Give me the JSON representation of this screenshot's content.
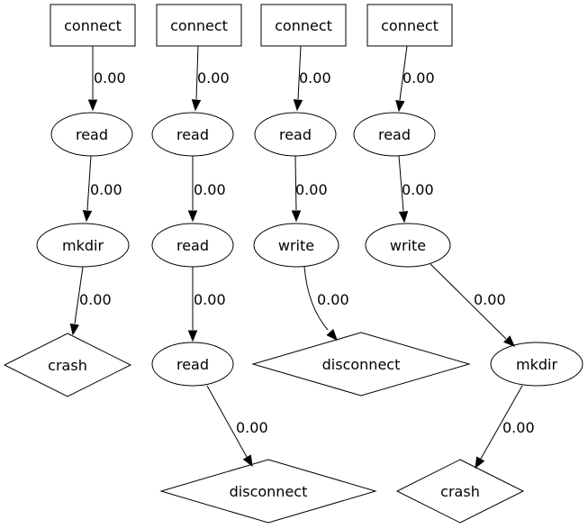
{
  "graph": {
    "nodes": [
      {
        "id": "c1",
        "shape": "box",
        "label": "connect"
      },
      {
        "id": "c2",
        "shape": "box",
        "label": "connect"
      },
      {
        "id": "c3",
        "shape": "box",
        "label": "connect"
      },
      {
        "id": "c4",
        "shape": "box",
        "label": "connect"
      },
      {
        "id": "r1",
        "shape": "ellipse",
        "label": "read"
      },
      {
        "id": "r2",
        "shape": "ellipse",
        "label": "read"
      },
      {
        "id": "r3",
        "shape": "ellipse",
        "label": "read"
      },
      {
        "id": "r4",
        "shape": "ellipse",
        "label": "read"
      },
      {
        "id": "m1",
        "shape": "ellipse",
        "label": "mkdir"
      },
      {
        "id": "r2b",
        "shape": "ellipse",
        "label": "read"
      },
      {
        "id": "w3",
        "shape": "ellipse",
        "label": "write"
      },
      {
        "id": "w4",
        "shape": "ellipse",
        "label": "write"
      },
      {
        "id": "x1",
        "shape": "diamond",
        "label": "crash"
      },
      {
        "id": "r2c",
        "shape": "ellipse",
        "label": "read"
      },
      {
        "id": "d3",
        "shape": "diamond",
        "label": "disconnect"
      },
      {
        "id": "m4",
        "shape": "ellipse",
        "label": "mkdir"
      },
      {
        "id": "d2",
        "shape": "diamond",
        "label": "disconnect"
      },
      {
        "id": "x4",
        "shape": "diamond",
        "label": "crash"
      }
    ],
    "edges": [
      {
        "from": "c1",
        "to": "r1",
        "label": "0.00"
      },
      {
        "from": "c2",
        "to": "r2",
        "label": "0.00"
      },
      {
        "from": "c3",
        "to": "r3",
        "label": "0.00"
      },
      {
        "from": "c4",
        "to": "r4",
        "label": "0.00"
      },
      {
        "from": "r1",
        "to": "m1",
        "label": "0.00"
      },
      {
        "from": "r2",
        "to": "r2b",
        "label": "0.00"
      },
      {
        "from": "r3",
        "to": "w3",
        "label": "0.00"
      },
      {
        "from": "r4",
        "to": "w4",
        "label": "0.00"
      },
      {
        "from": "m1",
        "to": "x1",
        "label": "0.00"
      },
      {
        "from": "r2b",
        "to": "r2c",
        "label": "0.00"
      },
      {
        "from": "w3",
        "to": "d3",
        "label": "0.00"
      },
      {
        "from": "w4",
        "to": "m4",
        "label": "0.00"
      },
      {
        "from": "r2c",
        "to": "d2",
        "label": "0.00"
      },
      {
        "from": "m4",
        "to": "x4",
        "label": "0.00"
      }
    ]
  }
}
